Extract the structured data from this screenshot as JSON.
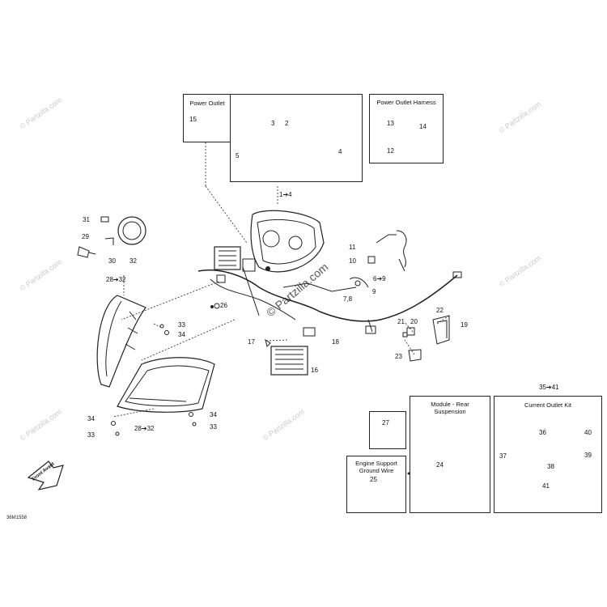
{
  "watermark": "© Partzilla.com",
  "center_watermark": "© Partzilla.com",
  "diagram_code": "36M1558",
  "boxes": {
    "power_outlet": "Power Outlet",
    "power_outlet_harness": "Power Outlet Harness",
    "module_rear": "Module - Rear Suspension",
    "current_outlet_kit": "Current Outlet Kit",
    "engine_support": "Engine Support Ground Wire"
  },
  "callouts": {
    "c15": "15",
    "c3": "3",
    "c2": "2",
    "c4": "4",
    "c5": "5",
    "c13": "13",
    "c14": "14",
    "c12": "12",
    "c1_4": "1➔4",
    "c31": "31",
    "c29": "29",
    "c30": "30",
    "c32": "32",
    "c28_32_top": "28➔32",
    "c11": "11",
    "c10": "10",
    "c6_9": "6➔9",
    "c7_8": "7,8",
    "c9": "9",
    "c26": "26",
    "c33a": "33",
    "c34a": "34",
    "c22": "22",
    "c21": "21",
    "c20": "20",
    "c19": "19",
    "c23": "23",
    "c17": "17",
    "c18": "18",
    "c16": "16",
    "c35_41": "35➔41",
    "c34b": "34",
    "c33b": "33",
    "c28_32_bot": "28➔32",
    "c34c": "34",
    "c33c": "33",
    "c27": "27",
    "c25": "25",
    "c24": "24",
    "c36": "36",
    "c40": "40",
    "c37": "37",
    "c39": "39",
    "c38": "38",
    "c41": "41"
  },
  "front_label": "Front Avant"
}
